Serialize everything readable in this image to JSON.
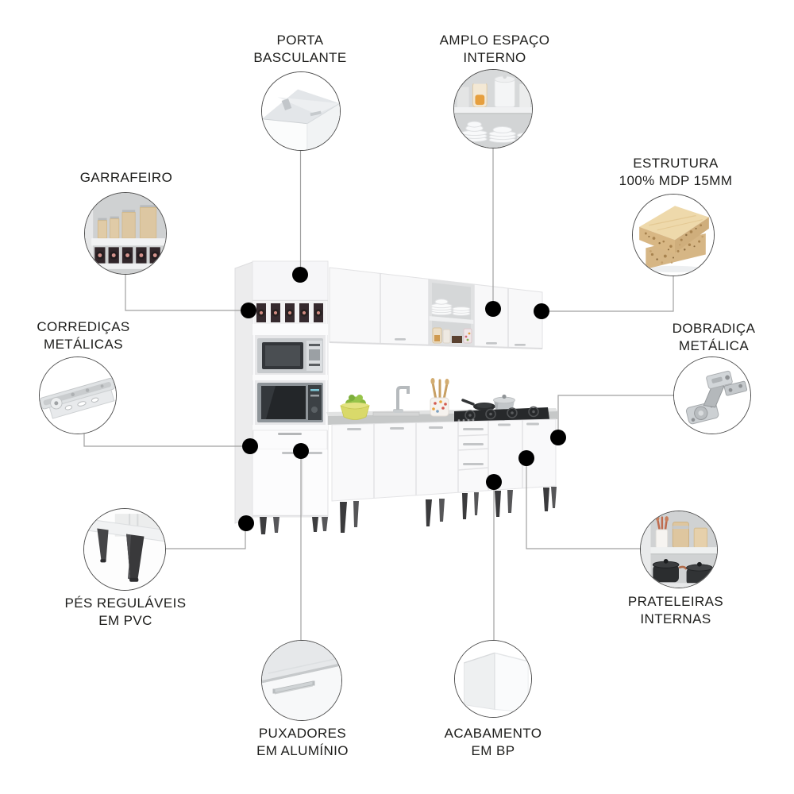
{
  "colors": {
    "background": "#ffffff",
    "connector_line": "#a0a0a0",
    "callout_dot": "#000000",
    "label_text": "#1d1d1b",
    "cabinet_white": "#fafafa",
    "countertop_grey": "#c6c8c8",
    "feet_dark": "#3b3b3d",
    "mdp_wood": "#d8b784"
  },
  "callouts": {
    "porta_basculante": {
      "line1": "PORTA",
      "line2": "BASCULANTE",
      "icon": "flip-door-photo"
    },
    "amplo_espaco": {
      "line1": "AMPLO ESPAÇO",
      "line2": "INTERNO",
      "icon": "internal-space-photo"
    },
    "garrafeiro": {
      "line1": "GARRAFEIRO",
      "line2": "",
      "icon": "bottle-rack-photo"
    },
    "estrutura": {
      "line1": "ESTRUTURA",
      "line2": "100% MDP 15MM",
      "icon": "mdp-board-photo"
    },
    "corredicas": {
      "line1": "CORREDIÇAS",
      "line2": "METÁLICAS",
      "icon": "metal-slide-photo"
    },
    "dobradica": {
      "line1": "DOBRADIÇA",
      "line2": "METÁLICA",
      "icon": "metal-hinge-photo"
    },
    "pes": {
      "line1": "PÉS REGULÁVEIS",
      "line2": "EM PVC",
      "icon": "pvc-feet-photo"
    },
    "prateleiras": {
      "line1": "PRATELEIRAS",
      "line2": "INTERNAS",
      "icon": "internal-shelves-photo"
    },
    "puxadores": {
      "line1": "PUXADORES",
      "line2": "EM ALUMÍNIO",
      "icon": "aluminum-handle-photo"
    },
    "acabamento": {
      "line1": "ACABAMENTO",
      "line2": "EM BP",
      "icon": "bp-finish-photo"
    }
  }
}
